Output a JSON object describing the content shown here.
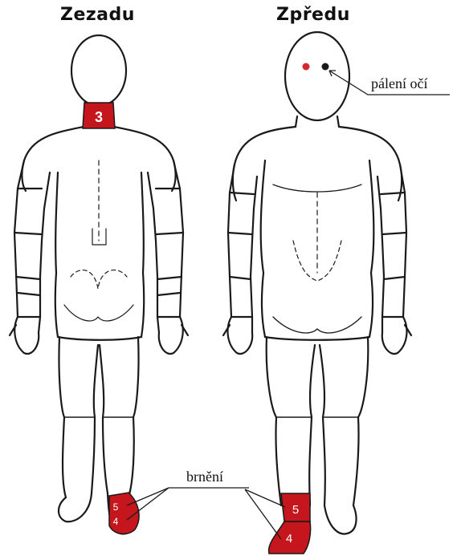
{
  "titles": {
    "back": "Zezadu",
    "front": "Zpředu"
  },
  "annotations": {
    "eye_burning": "pálení očí",
    "tingling": "brnění"
  },
  "markers": {
    "neck": "3",
    "back_ankle_top": "5",
    "back_ankle_bottom": "4",
    "front_ankle_top": "5",
    "front_ankle_bottom": "4"
  },
  "colors": {
    "marker": "#c4161c",
    "outline": "#1a1a1a",
    "eye_dot": "#d4282f"
  }
}
